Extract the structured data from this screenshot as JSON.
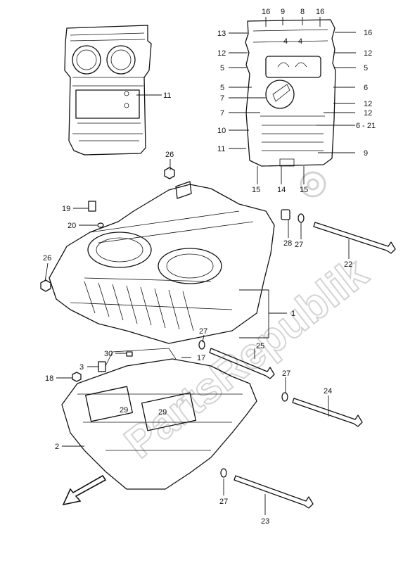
{
  "watermark": "PartsRepublik",
  "callouts": [
    {
      "id": "c-16a",
      "text": "16"
    },
    {
      "id": "c-9a",
      "text": "9"
    },
    {
      "id": "c-8",
      "text": "8"
    },
    {
      "id": "c-16b",
      "text": "16"
    },
    {
      "id": "c-13",
      "text": "13"
    },
    {
      "id": "c-16c",
      "text": "16"
    },
    {
      "id": "c-12a",
      "text": "12"
    },
    {
      "id": "c-12b",
      "text": "12"
    },
    {
      "id": "c-4a",
      "text": "4"
    },
    {
      "id": "c-4b",
      "text": "4"
    },
    {
      "id": "c-5a",
      "text": "5"
    },
    {
      "id": "c-5b",
      "text": "5"
    },
    {
      "id": "c-5c",
      "text": "5"
    },
    {
      "id": "c-6",
      "text": "6"
    },
    {
      "id": "c-7a",
      "text": "7"
    },
    {
      "id": "c-12c",
      "text": "12"
    },
    {
      "id": "c-7b",
      "text": "7"
    },
    {
      "id": "c-12d",
      "text": "12"
    },
    {
      "id": "c-10",
      "text": "10"
    },
    {
      "id": "c-621",
      "text": "6 - 21"
    },
    {
      "id": "c-11b",
      "text": "11"
    },
    {
      "id": "c-9b",
      "text": "9"
    },
    {
      "id": "c-15a",
      "text": "15"
    },
    {
      "id": "c-14",
      "text": "14"
    },
    {
      "id": "c-15b",
      "text": "15"
    },
    {
      "id": "c-11a",
      "text": "11"
    },
    {
      "id": "c-26a",
      "text": "26"
    },
    {
      "id": "c-19",
      "text": "19"
    },
    {
      "id": "c-20",
      "text": "20"
    },
    {
      "id": "c-28",
      "text": "28"
    },
    {
      "id": "c-27a",
      "text": "27"
    },
    {
      "id": "c-22",
      "text": "22"
    },
    {
      "id": "c-26b",
      "text": "26"
    },
    {
      "id": "c-1",
      "text": "1"
    },
    {
      "id": "c-27b",
      "text": "27"
    },
    {
      "id": "c-25",
      "text": "25"
    },
    {
      "id": "c-30",
      "text": "30"
    },
    {
      "id": "c-17",
      "text": "17"
    },
    {
      "id": "c-3",
      "text": "3"
    },
    {
      "id": "c-18",
      "text": "18"
    },
    {
      "id": "c-27c",
      "text": "27"
    },
    {
      "id": "c-24",
      "text": "24"
    },
    {
      "id": "c-29a",
      "text": "29"
    },
    {
      "id": "c-29b",
      "text": "29"
    },
    {
      "id": "c-2",
      "text": "2"
    },
    {
      "id": "c-27d",
      "text": "27"
    },
    {
      "id": "c-23",
      "text": "23"
    }
  ]
}
